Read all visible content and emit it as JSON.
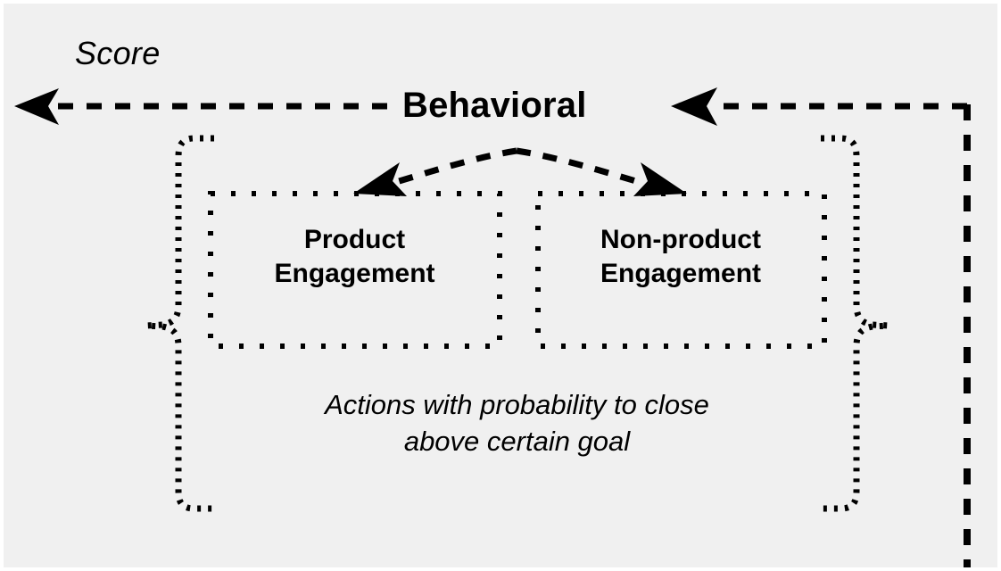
{
  "diagram": {
    "title": "Behavioral",
    "score_label": "Score",
    "boxes": [
      {
        "line1": "Product",
        "line2": "Engagement"
      },
      {
        "line1": "Non-product",
        "line2": "Engagement"
      }
    ],
    "caption": {
      "line1": "Actions with probability to close",
      "line2": "above certain goal"
    },
    "colors": {
      "background": "#f0f0f0",
      "ink": "#000000",
      "page": "#ffffff"
    },
    "icons": {
      "left_brace": "curly-brace-left",
      "right_brace": "curly-brace-right",
      "score_arrow": "arrow-left",
      "feedback_arrow": "arrow-left",
      "branch_arrow_left": "arrow-down-left",
      "branch_arrow_right": "arrow-down-right"
    }
  }
}
